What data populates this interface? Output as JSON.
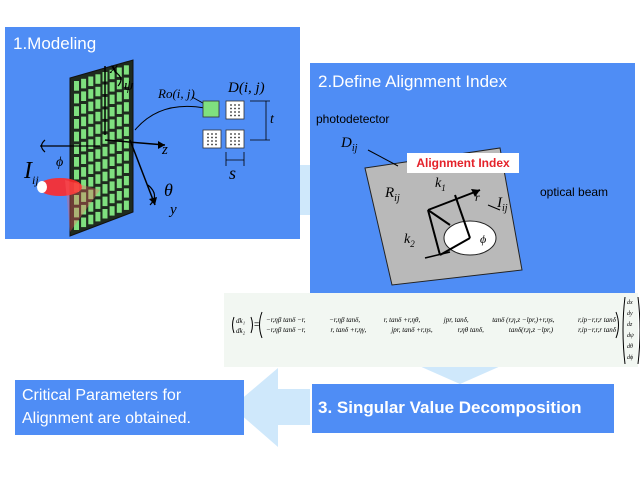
{
  "colors": {
    "panel": "#4f8df5",
    "arrow": "#cfe8fb",
    "grid_cell": "#7fe07f",
    "badge_bg": "#e4222a",
    "matrix_bg": "#f2f7f2"
  },
  "panels": {
    "modeling": {
      "title": "1.Modeling",
      "labels": {
        "x_axis": "x",
        "psi": "ψ",
        "z_axis": "z",
        "theta": "θ",
        "y_axis": "y",
        "phi": "ϕ",
        "intensity": "I",
        "intensity_sub": "ij",
        "ro": "Ro(i, j)",
        "d": "D(i, j)",
        "s": "s",
        "t": "t"
      }
    },
    "alignment": {
      "title": "2.Define Alignment Index",
      "photodetector": "photodetector",
      "dij": "D",
      "dij_sub": "ij",
      "badge": "Alignment Index",
      "optical_beam": "optical beam",
      "rij": "R",
      "rij_sub": "ij",
      "iij": "I",
      "iij_sub": "ij",
      "k1": "k",
      "k1_sub": "1",
      "k2": "k",
      "k2_sub": "2",
      "r_label": "r",
      "phi_label": "ϕ"
    },
    "svd": {
      "title": "3. Singular Value Decomposition"
    },
    "result": {
      "line1": "Critical Parameters for",
      "line2": "Alignment are obtained."
    }
  },
  "equation": {
    "lhs": [
      "dk₁",
      "dk₂"
    ],
    "equals": "=",
    "rows": [
      [
        "−r,ηβ tanδ −r,",
        "−r,ηβ tanδ,",
        "r, tanδ +r,ηθ,",
        "jpr, tanδ,",
        "tanδ (r,η,z −lpr,)+r,ηs,",
        "r,ip−r,r,r tanδ"
      ],
      [
        "−r,ηβ tanδ −r,",
        "r, tanδ +r,ηγ,",
        "jpr, tanδ +r,ηs,",
        "r,ηθ tanδ,",
        "tanδ(r,η,z −lpr,)",
        "r,ip−r,r,r tanδ"
      ]
    ],
    "rhs": [
      "dx",
      "dy",
      "dz",
      "dψ",
      "dθ",
      "dϕ"
    ]
  }
}
